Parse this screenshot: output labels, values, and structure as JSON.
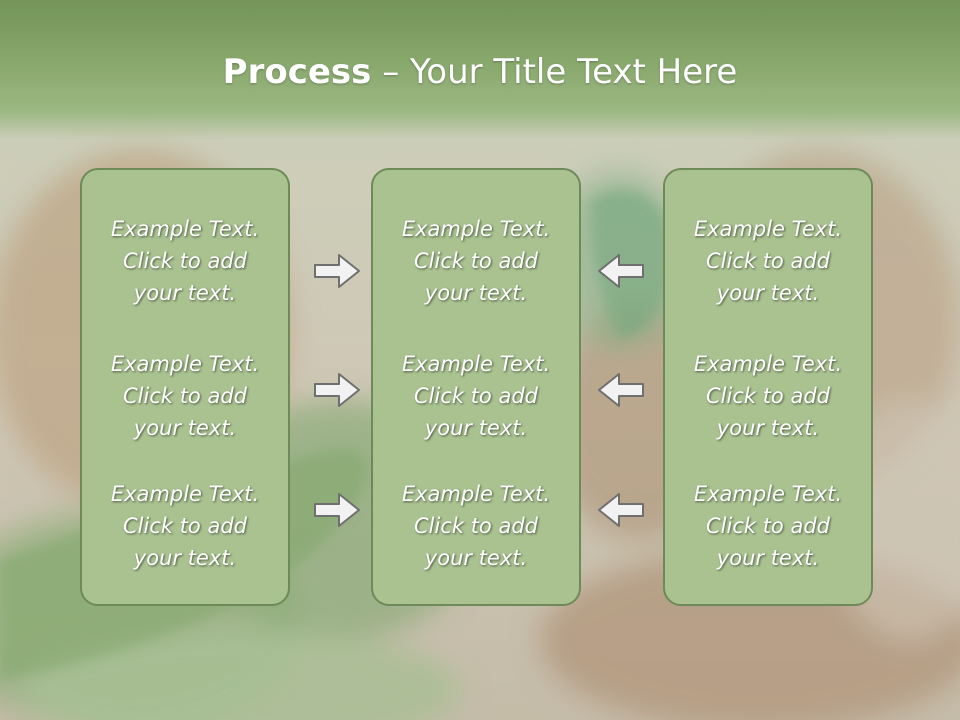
{
  "slide": {
    "title_bold": "Process",
    "title_dash": " – ",
    "title_rest": "Your Title Text Here"
  },
  "columns": [
    {
      "items": [
        {
          "line1": "Example Text.",
          "line2": "Click  to add",
          "line3": "your text."
        },
        {
          "line1": "Example Text.",
          "line2": "Click  to add",
          "line3": "your text."
        },
        {
          "line1": "Example Text.",
          "line2": "Click  to add",
          "line3": "your text."
        }
      ]
    },
    {
      "items": [
        {
          "line1": "Example Text.",
          "line2": "Click  to add",
          "line3": "your text."
        },
        {
          "line1": "Example Text.",
          "line2": "Click  to add",
          "line3": "your text."
        },
        {
          "line1": "Example Text.",
          "line2": "Click  to add",
          "line3": "your text."
        }
      ]
    },
    {
      "items": [
        {
          "line1": "Example Text.",
          "line2": "Click  to add",
          "line3": "your text."
        },
        {
          "line1": "Example Text.",
          "line2": "Click  to add",
          "line3": "your text."
        },
        {
          "line1": "Example Text.",
          "line2": "Click  to add",
          "line3": "your text."
        }
      ]
    }
  ],
  "colors": {
    "box_fill": "#a9c290",
    "box_border": "#6d8a58",
    "title_band": "#88a86c",
    "arrow_fill": "#f2f2f2",
    "arrow_stroke": "#6f6f6f"
  },
  "icons": {
    "right_arrow": "right-arrow-icon",
    "left_arrow": "left-arrow-icon"
  }
}
